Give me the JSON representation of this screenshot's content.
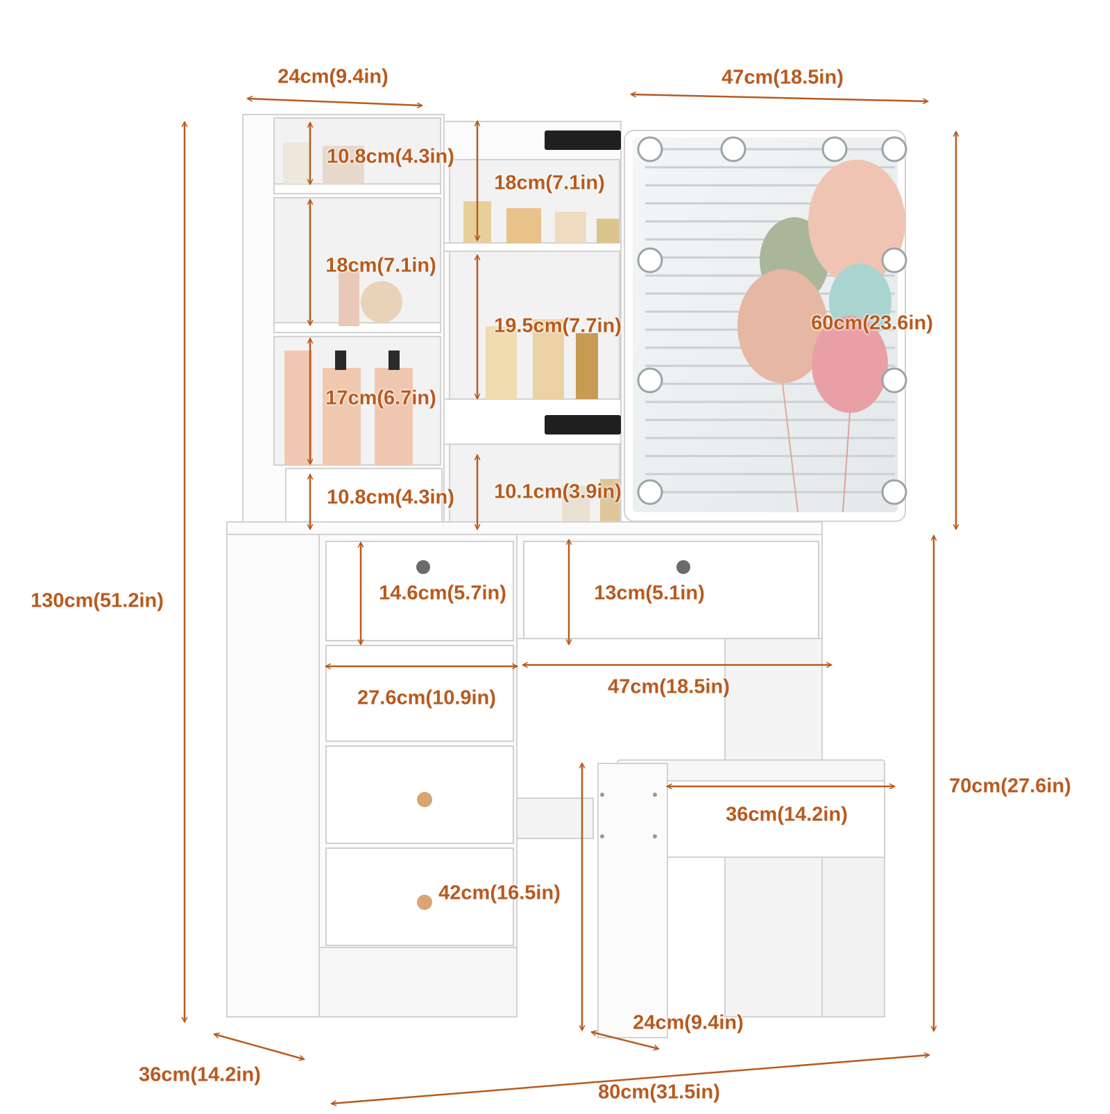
{
  "colors": {
    "dimension": "#b85a1e",
    "furniture": "#fbfbfb",
    "furniture_edge": "#d2d2d2",
    "mirror": "#eef1f3",
    "bulb": "#ffffff",
    "knob": "#d9a574"
  },
  "icons": [
    "double-arrow-icon",
    "led-bulb-icon",
    "keyhole-icon",
    "drawer-knob-icon"
  ],
  "dimensions": {
    "hutch_width": "24cm(9.4in)",
    "mirror_width": "47cm(18.5in)",
    "total_height": "130cm(51.2in)",
    "left_shelf_1": "10.8cm(4.3in)",
    "left_shelf_2": "18cm(7.1in)",
    "left_shelf_3": "17cm(6.7in)",
    "left_drawer": "10.8cm(4.3in)",
    "middle_shelf_1": "18cm(7.1in)",
    "middle_shelf_2": "19.5cm(7.7in)",
    "middle_shelf_3": "10.1cm(3.9in)",
    "mirror_height": "60cm(23.6in)",
    "drawer_left_height": "14.6cm(5.7in)",
    "drawer_right_height": "13cm(5.1in)",
    "drawer_width": "27.6cm(10.9in)",
    "knee_width": "47cm(18.5in)",
    "desk_height": "70cm(27.6in)",
    "stool_width": "36cm(14.2in)",
    "stool_height": "42cm(16.5in)",
    "stool_depth": "24cm(9.4in)",
    "desk_depth": "36cm(14.2in)",
    "desk_width": "80cm(31.5in)"
  }
}
